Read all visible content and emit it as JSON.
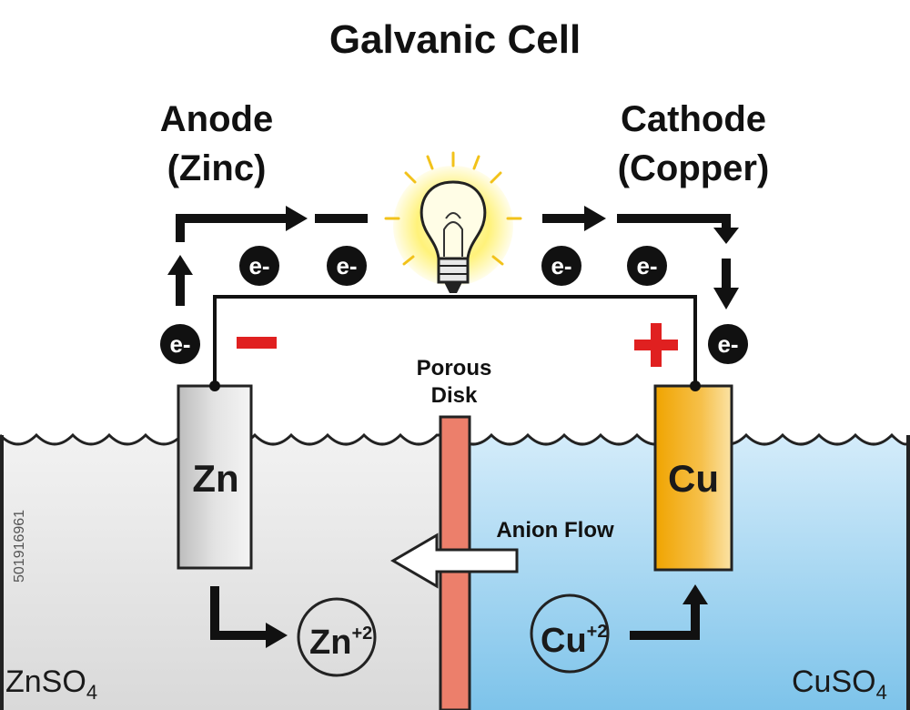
{
  "title": "Galvanic Cell",
  "anode": {
    "line1": "Anode",
    "line2": "(Zinc)",
    "symbol": "Zn",
    "ion": "Zn",
    "ion_charge": "+2",
    "sign": "−"
  },
  "cathode": {
    "line1": "Cathode",
    "line2": "(Copper)",
    "symbol": "Cu",
    "ion": "Cu",
    "ion_charge": "+2",
    "sign": "+"
  },
  "electron_label": "e-",
  "porous_disk": {
    "line1": "Porous",
    "line2": "Disk"
  },
  "anion_flow_label": "Anion Flow",
  "left_solution": {
    "formula": "ZnSO",
    "subscript": "4"
  },
  "right_solution": {
    "formula": "CuSO",
    "subscript": "4"
  },
  "watermark_id": "501916961",
  "colors": {
    "left_solution": "#e6e6e6",
    "right_solution": "#a9d8f2",
    "zinc": "#cfcfcf",
    "copper": "#f3ac14",
    "porous_disk": "#ec7f6b",
    "negative_sign": "#e02020",
    "positive_sign": "#e02020",
    "bulb_glow": "#fff27a"
  }
}
